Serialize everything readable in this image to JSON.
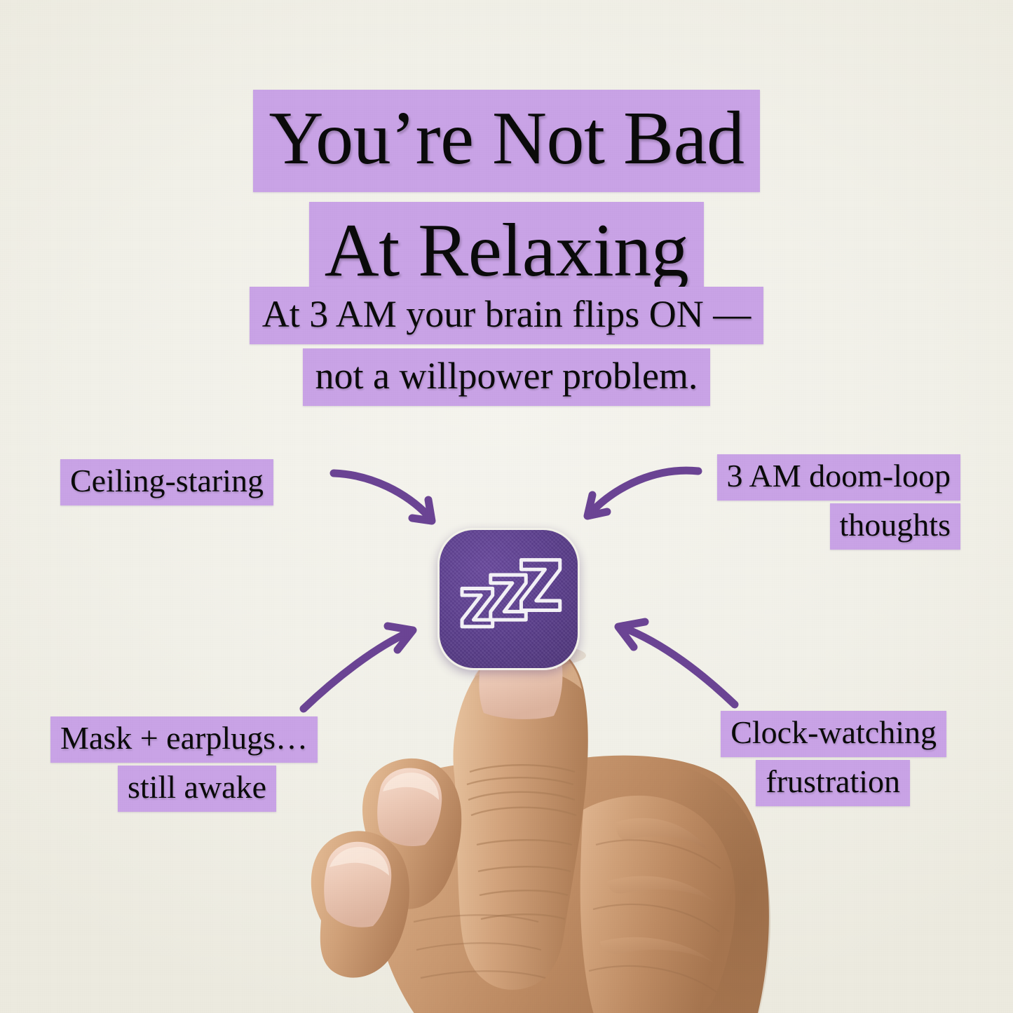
{
  "background_color": "#f2f1ea",
  "highlight_color": "#c9a3e6",
  "arrow_color": "#6b4494",
  "sticker_color": "#5c3f8e",
  "text_color": "#0b0b0b",
  "headline": {
    "line1": "You’re Not Bad",
    "line2": "At Relaxing"
  },
  "subtitle": {
    "line1": "At 3 AM your brain flips ON —",
    "line2": "not a willpower problem."
  },
  "callouts": [
    {
      "id": "ceiling-staring",
      "line1": "Ceiling-staring",
      "line2": ""
    },
    {
      "id": "doom-loop",
      "line1": "3 AM doom-loop",
      "line2": "thoughts"
    },
    {
      "id": "mask-earplugs",
      "line1": "Mask + earplugs…",
      "line2": "still awake"
    },
    {
      "id": "clock-watching",
      "line1": "Clock-watching",
      "line2": "frustration"
    }
  ],
  "sticker": {
    "icon": "zzz-sleep-icon",
    "label": "ZZZ",
    "shape": "rounded-square-patch"
  },
  "hand": {
    "description": "hand-holding-sticker",
    "skin_tone": "#c89a72"
  },
  "arrows": [
    {
      "id": "arrow-ceiling-staring",
      "direction": "down-right"
    },
    {
      "id": "arrow-doom-loop",
      "direction": "down-left"
    },
    {
      "id": "arrow-mask-earplugs",
      "direction": "up-right"
    },
    {
      "id": "arrow-clock-watching",
      "direction": "up-left"
    }
  ]
}
